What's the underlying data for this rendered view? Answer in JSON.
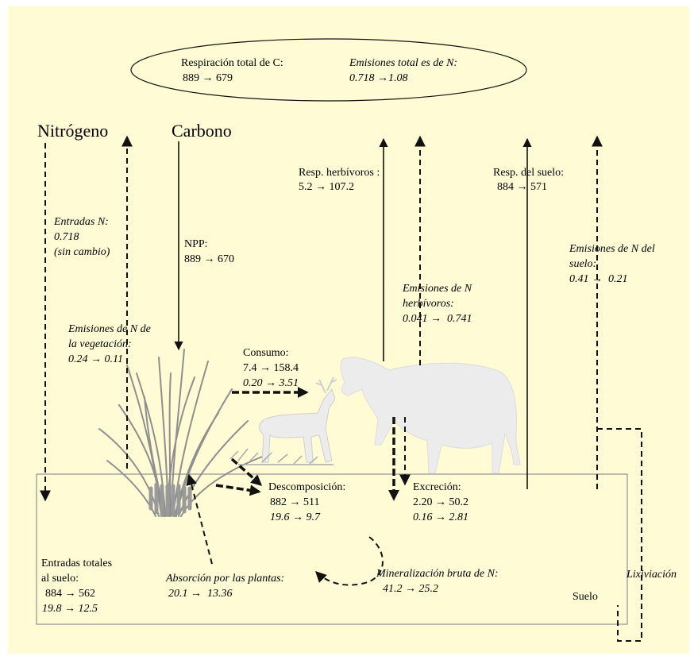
{
  "colors": {
    "background": "#fefbd5",
    "line": "#111111",
    "grass": "#8f8f8f",
    "animal": "#ececec"
  },
  "icons": {
    "grass": "grass-icon",
    "deer": "deer-icon",
    "cow": "cow-icon"
  },
  "carbon_label": "Carbono",
  "nitrogen_label": "Nitrógeno",
  "soil_label": "Suelo",
  "leaching_label": "Lixiviación",
  "respiration": {
    "c_title": "Respiración total de C:",
    "c_value": "889 → 679",
    "n_title": "Emisiones total es de N:",
    "n_value": "0.718 →1.08"
  },
  "n_inputs": {
    "title": "Entradas N:",
    "value": "0.718",
    "note": "(sin cambio)"
  },
  "npp": {
    "title": "NPP:",
    "value": "889 → 670"
  },
  "herb_resp": {
    "title": "Resp. herbívoros :",
    "value": "5.2 → 107.2"
  },
  "soil_resp": {
    "title": "Resp. del suelo:",
    "value": "884 → 571"
  },
  "herb_n_emissions": {
    "line1": "Emisiones de N",
    "line2": "herbívoros:",
    "value": "0.041 →  0.741"
  },
  "soil_n_emissions": {
    "line1": "Emisiones de N del",
    "line2": "suelo:",
    "value": "0.41 →  0.21"
  },
  "veg_n_emissions": {
    "line1": "Emisiones de N de",
    "line2": "la vegetación:",
    "value": "0.24 → 0.11"
  },
  "consumption": {
    "title": "Consumo:",
    "c_value": "7.4 → 158.4",
    "n_value": "0.20 → 3.51"
  },
  "decomposition": {
    "title": "Descomposición:",
    "c_value": "882 → 511",
    "n_value": "19.6 → 9.7"
  },
  "excretion": {
    "title": "Excreción:",
    "c_value": "2.20 → 50.2",
    "n_value": "0.16 → 2.81"
  },
  "soil_inputs": {
    "line1": "Entradas totales",
    "line2": "al suelo:",
    "c_value": "884 → 562",
    "n_value": "19.8 → 12.5"
  },
  "plant_uptake": {
    "title": "Absorción por las plantas:",
    "value": "20.1 →  13.36"
  },
  "mineralization": {
    "title": "Mineralización bruta de N:",
    "value": "41.2 → 25.2"
  }
}
